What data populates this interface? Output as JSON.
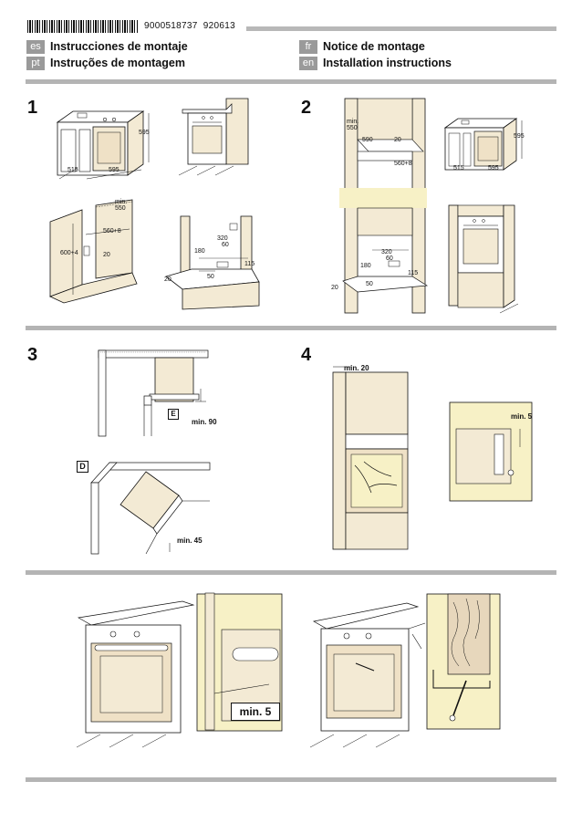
{
  "header": {
    "document_number": "9000518737",
    "document_date": "920613",
    "languages": [
      {
        "code": "es",
        "title": "Instrucciones de montaje"
      },
      {
        "code": "pt",
        "title": "Instruções de montagem"
      },
      {
        "code": "fr",
        "title": "Notice de montage"
      },
      {
        "code": "en",
        "title": "Installation instructions"
      }
    ]
  },
  "steps": {
    "s1": "1",
    "s2": "2",
    "s3": "3",
    "s4": "4"
  },
  "figure1": {
    "oven_h": "595",
    "oven_d": "515",
    "oven_w": "595",
    "min_label": "min.",
    "min_550": "550",
    "niche_w": "560+8",
    "niche_h": "600+4",
    "depth_20": "20",
    "cut_320": "320",
    "cut_60": "60",
    "cut_180": "180",
    "cut_50": "50",
    "cut_20": "20",
    "cut_115": "115"
  },
  "figure2": {
    "min_label": "min.",
    "min_550": "550",
    "n_590": "590",
    "n_20": "20",
    "niche_w": "560+8",
    "oven_h": "595",
    "oven_d": "515",
    "oven_w": "595",
    "cut_320": "320",
    "cut_60": "60",
    "cut_180": "180",
    "cut_50": "50",
    "cut_20": "20",
    "cut_115": "115"
  },
  "figure3": {
    "label_e": "E",
    "label_d": "D",
    "min_90": "min. 90",
    "min_45": "min. 45"
  },
  "figure4": {
    "min_20": "min. 20",
    "min_5": "min. 5"
  },
  "figure5": {
    "min_5": "min. 5"
  },
  "colors": {
    "panel_beige": "#f3ead4",
    "highlight_yellow": "#f7f1c6",
    "wood": "#e7d7bc",
    "rule_grey": "#b4b4b4"
  }
}
